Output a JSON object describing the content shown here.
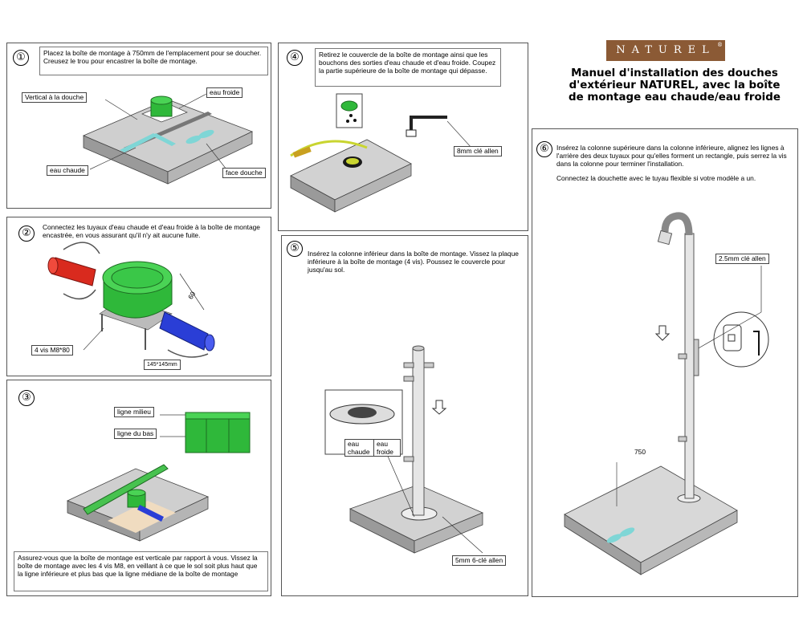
{
  "brand": {
    "name": "NATUREL",
    "registered": "®"
  },
  "title": "Manuel d'installation des douches d'extérieur NATUREL, avec la boîte de montage eau chaude/eau froide",
  "steps": [
    {
      "number": "①",
      "text": "Placez la boîte de montage à 750mm de l'emplacement pour se doucher. Creusez le trou pour encastrer la boîte de montage.",
      "labels": {
        "vertical": "Vertical à la douche",
        "cold": "eau froide",
        "hot": "eau chaude",
        "face": "face douche"
      }
    },
    {
      "number": "②",
      "text": "Connectez les tuyaux d'eau chaude et d'eau froide à la boîte de montage encastrée, en vous assurant qu'il n'y ait aucune fuite.",
      "labels": {
        "screws": "4 vis M8*80",
        "size": "145*145mm",
        "dim": "60"
      }
    },
    {
      "number": "③",
      "text": "Assurez-vous que la boîte de montage est verticale par rapport à vous. Vissez la boîte de montage avec les 4 vis M8, en veillant à ce que le sol soit plus haut que la ligne inférieure et plus bas que la ligne médiane de la boîte de montage",
      "labels": {
        "middle": "ligne milieu",
        "bottom": "ligne du bas"
      }
    },
    {
      "number": "④",
      "text": "Retirez le couvercle de la boîte de montage ainsi que les bouchons des sorties d'eau chaude et d'eau froide. Coupez la partie supérieure de la boîte de montage qui dépasse.",
      "labels": {
        "allen": "8mm clé allen"
      }
    },
    {
      "number": "⑤",
      "text": "Insérez la colonne inférieur dans la boîte de montage. Vissez la plaque inférieure à la boîte de montage (4 vis). Poussez le couvercle pour jusqu'au sol.",
      "labels": {
        "hot": "eau chaude",
        "cold": "eau froide",
        "allen": "5mm 6-clé allen"
      }
    },
    {
      "number": "⑥",
      "text1": "Insérez la colonne supérieure dans la colonne inférieure, alignez les lignes à l'arrière des deux tuyaux pour qu'elles forment un rectangle, puis serrez la vis dans la colonne pour terminer l'installation.",
      "text2": "Connectez la douchette avec le tuyau flexible si votre modèle a un.",
      "labels": {
        "allen": "2.5mm clé allen",
        "height": "750"
      }
    }
  ],
  "colors": {
    "brand": "#8b5a35",
    "box": "#2fb83a",
    "hot": "#d92a1e",
    "cold": "#2a3ed6",
    "feet": "#7fd6d6"
  }
}
